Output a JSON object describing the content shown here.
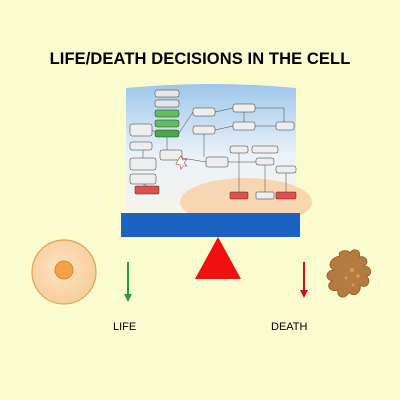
{
  "title": "LIFE/DEATH DECISIONS IN THE CELL",
  "life_label": "LIFE",
  "death_label": "DEATH",
  "colors": {
    "background": "#fbfbd0",
    "beam": "#1b62c2",
    "fulcrum": "#f01010",
    "life_arrow": "#2a9a3a",
    "death_arrow": "#cc1010",
    "healthy_cell": "#fbd7a8",
    "nucleus": "#f3a24a",
    "dead_cell": "#b57a3f"
  },
  "icons": [
    "healthy-cell-icon",
    "dead-cell-icon",
    "pathway-diagram-image"
  ]
}
